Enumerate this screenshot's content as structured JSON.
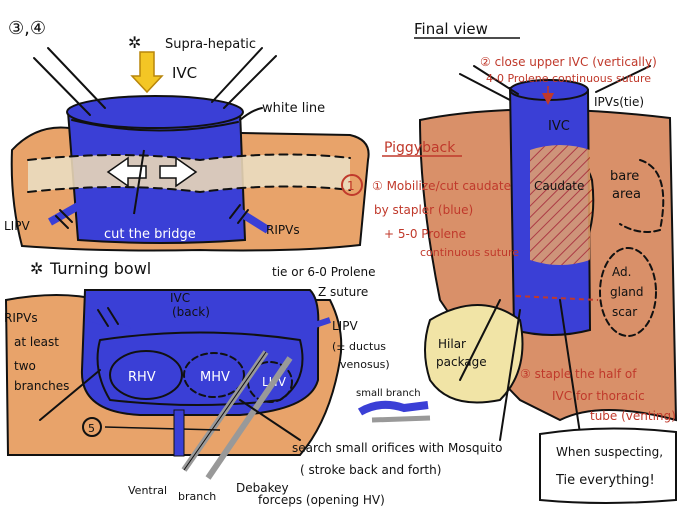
{
  "panel_left": {
    "step_label": "③,④",
    "supra_hepatic": "Supra-hepatic",
    "ivc": "IVC",
    "white_line": "white line",
    "step_num_1": "①",
    "lipv": "LIPV",
    "ripvs": "RIPVs",
    "cut_bridge": "cut the bridge"
  },
  "panel_turning": {
    "title": "Turning bowl",
    "tie_note": "tie or 6-0 Prolene",
    "z_suture": "Z suture",
    "ivc_back": "IVC",
    "ivc_back_sub": "(back)",
    "ripvs_note": [
      "RIPVs",
      "at least",
      "two",
      "branches"
    ],
    "lipv": "LIPV",
    "ductus_note": [
      "(± ductus",
      "venosus)"
    ],
    "rhv": "RHV",
    "mhv": "MHV",
    "lhv": "LHV",
    "step_num_5": "⑤",
    "small_branch": "small branch",
    "search_note": "search small orifices with Mosquito",
    "stroke_note": "( stroke back and forth)",
    "ventral_branch": [
      "Ventral",
      "branch"
    ],
    "debakey": "Debakey",
    "forceps": "forceps (opening HV)"
  },
  "panel_final": {
    "title": "Final view",
    "close_upper": "② close upper IVC (vertically)",
    "prolene_suture": "4-0 Prolene continuous suture",
    "ipvs": "IPVs(tie)",
    "ivc": "IVC",
    "piggyback": "Piggyback",
    "caudate": "Caudate",
    "bare_area": [
      "bare",
      "area"
    ],
    "mobilize": "① Mobilize/cut caudate",
    "by_stapler": "by stapler (blue)",
    "plus_suture": "+ 5-0 Prolene",
    "continuous_suture": "continuous suture",
    "ad_gland": [
      "Ad.",
      "gland",
      "scar"
    ],
    "hilar": [
      "Hilar",
      "package"
    ],
    "staple_note": [
      "③ staple the half of",
      "IVC for thoracic",
      "tube (venting)"
    ],
    "box_note": [
      "When suspecting,",
      "Tie everything!"
    ]
  },
  "colors": {
    "ivc_blue": "#3a3fd6",
    "liver_orange": "#e8a36a",
    "liver_brown": "#d99069",
    "beige": "#ead7b8",
    "hilar_yellow": "#f1e4a6",
    "hatch_red": "#d9584a",
    "note_red": "#c0392b",
    "arrow_yellow": "#f3c625"
  }
}
